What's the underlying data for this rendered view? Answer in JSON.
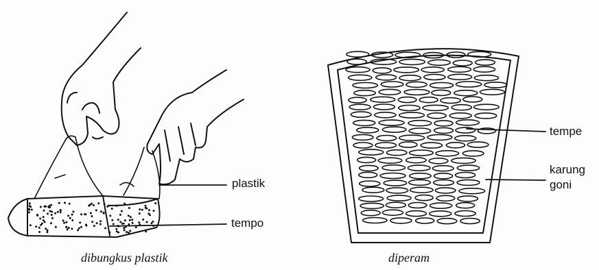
{
  "left_panel": {
    "caption": "dibungkus plastik",
    "labels": {
      "plastik": "plastik",
      "tempo": "tempo"
    }
  },
  "right_panel": {
    "caption": "diperam",
    "labels": {
      "tempe": "tempe",
      "karung_line1": "karung",
      "karung_line2": "goni"
    }
  },
  "colors": {
    "ink": "#111111",
    "paper": "#fdfdfb"
  }
}
